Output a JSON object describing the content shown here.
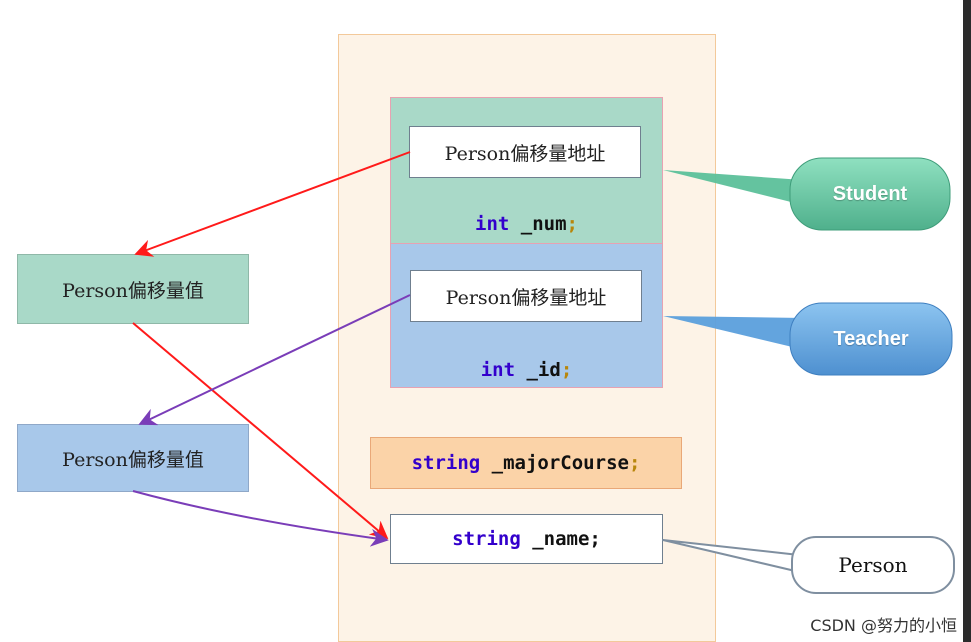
{
  "layout": {
    "person_base_address": "Person偏移量地址",
    "student_member": {
      "type": "int",
      "name": " _num",
      "end": ";"
    },
    "teacher_member": {
      "type": "int",
      "name": " _id",
      "end": ";"
    },
    "major_member": {
      "type": "string",
      "name": " _majorCourse",
      "end": ";"
    },
    "person_member": {
      "type": "string",
      "name": " _name",
      "end": ";"
    }
  },
  "offset_tables": {
    "student_offset": "Person偏移量值",
    "teacher_offset": "Person偏移量值"
  },
  "callouts": {
    "student": "Student",
    "teacher": "Teacher",
    "person": "Person"
  },
  "colors": {
    "student": "#a9d9c8",
    "teacher": "#a8c8ea",
    "major": "#fbd3a8",
    "frame": "#fdf3e7",
    "arrow_red": "#ff1a1a",
    "arrow_purple": "#7a3db8",
    "callout_student": "#5cc09a",
    "callout_teacher": "#5b9fdc"
  },
  "watermark": "CSDN @努力的小恒"
}
